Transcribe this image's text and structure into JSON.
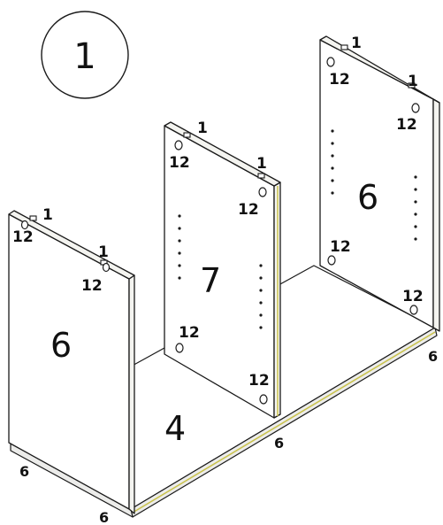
{
  "step": {
    "number": "1"
  },
  "panels": {
    "left_side": "6",
    "right_side": "6",
    "divider": "7",
    "bottom": "4"
  },
  "labels": {
    "small_fitting": "1",
    "fitting": "12",
    "edge": "6"
  }
}
